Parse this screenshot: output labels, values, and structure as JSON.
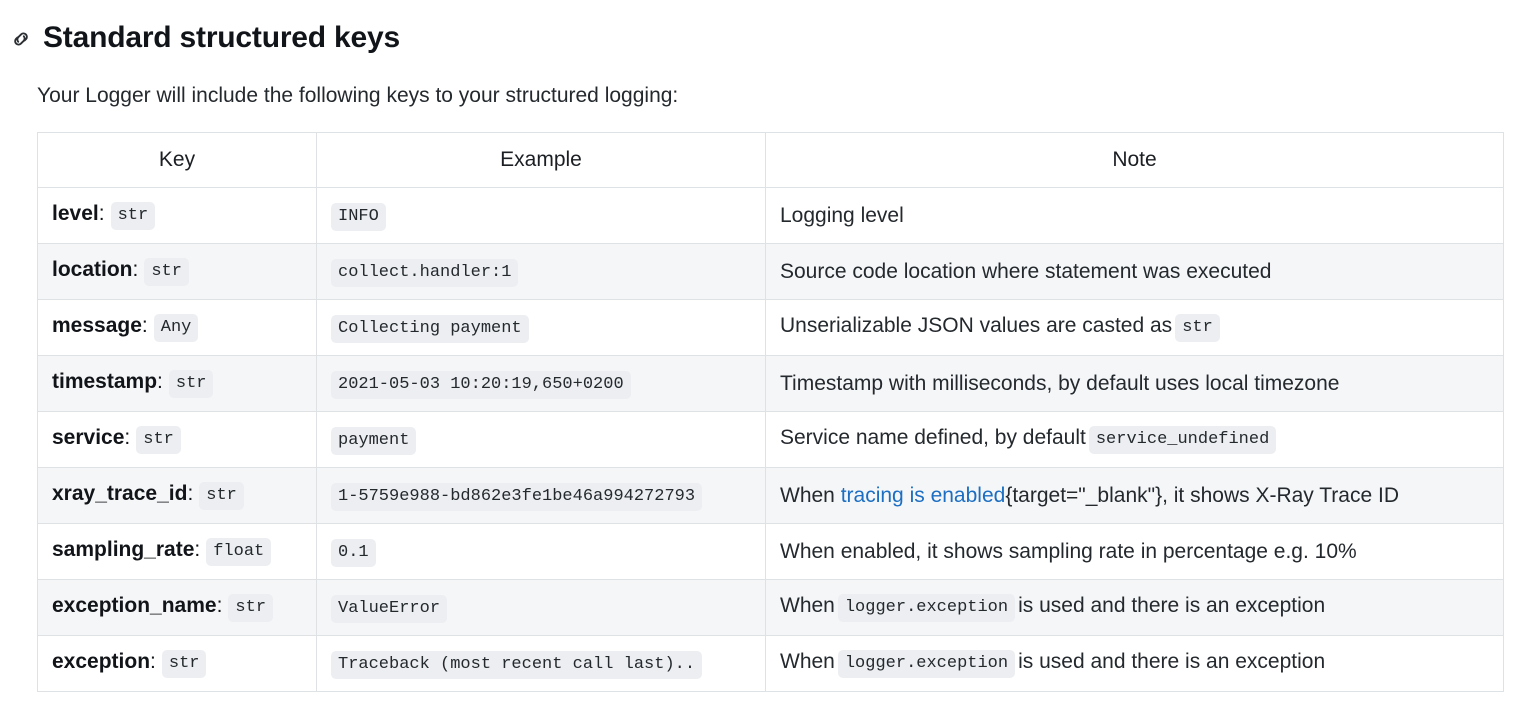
{
  "heading": {
    "icon": "anchor-link-icon",
    "text": "Standard structured keys"
  },
  "intro": "Your Logger will include the following keys to your structured logging:",
  "table": {
    "columns": [
      "Key",
      "Example",
      "Note"
    ],
    "rows": [
      {
        "key_name": "level",
        "key_type": "str",
        "example": "INFO",
        "note_prefix": "Logging level",
        "note_code": "",
        "note_suffix": ""
      },
      {
        "key_name": "location",
        "key_type": "str",
        "example": "collect.handler:1",
        "note_prefix": "Source code location where statement was executed",
        "note_code": "",
        "note_suffix": ""
      },
      {
        "key_name": "message",
        "key_type": "Any",
        "example": "Collecting payment",
        "note_prefix": "Unserializable JSON values are casted as",
        "note_code": "str",
        "note_suffix": ""
      },
      {
        "key_name": "timestamp",
        "key_type": "str",
        "example": "2021-05-03 10:20:19,650+0200",
        "note_prefix": "Timestamp with milliseconds, by default uses local timezone",
        "note_code": "",
        "note_suffix": ""
      },
      {
        "key_name": "service",
        "key_type": "str",
        "example": "payment",
        "note_prefix": "Service name defined, by default",
        "note_code": "service_undefined",
        "note_suffix": ""
      },
      {
        "key_name": "xray_trace_id",
        "key_type": "str",
        "example": "1-5759e988-bd862e3fe1be46a994272793",
        "note_prefix": "When ",
        "note_link": "tracing is enabled",
        "note_code": "",
        "note_suffix": "{target=\"_blank\"}, it shows X-Ray Trace ID"
      },
      {
        "key_name": "sampling_rate",
        "key_type": "float",
        "example": "0.1",
        "note_prefix": "When enabled, it shows sampling rate in percentage e.g. 10%",
        "note_code": "",
        "note_suffix": ""
      },
      {
        "key_name": "exception_name",
        "key_type": "str",
        "example": "ValueError",
        "note_prefix": "When",
        "note_code": "logger.exception",
        "note_suffix": "is used and there is an exception"
      },
      {
        "key_name": "exception",
        "key_type": "str",
        "example": "Traceback (most recent call last)..",
        "note_prefix": "When",
        "note_code": "logger.exception",
        "note_suffix": "is used and there is an exception"
      }
    ]
  },
  "colors": {
    "link": "#1b6ec2",
    "code_bg": "#eceef1",
    "row_stripe": "#f5f6f8",
    "border": "#dfe2e5",
    "text": "#24292e"
  }
}
